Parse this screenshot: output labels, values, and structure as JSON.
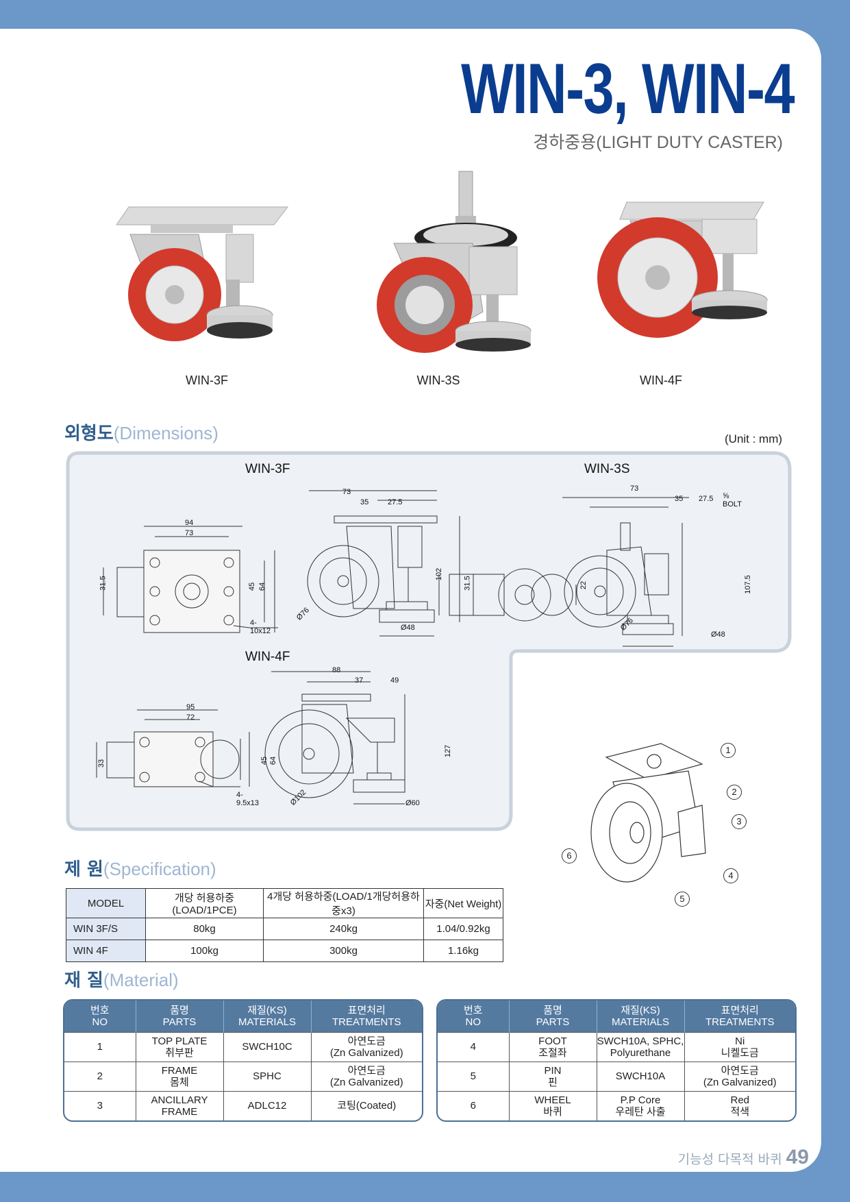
{
  "header": {
    "title": "WIN-3, WIN-4",
    "subtitle": "경하중용(LIGHT DUTY CASTER)"
  },
  "products": [
    {
      "label": "WIN-3F"
    },
    {
      "label": "WIN-3S"
    },
    {
      "label": "WIN-4F"
    }
  ],
  "dimensions": {
    "heading_ko": "외형도",
    "heading_en": "(Dimensions)",
    "unit": "(Unit : mm)",
    "win3f": {
      "name": "WIN-3F",
      "w1": "94",
      "w2": "73",
      "h1": "31.5",
      "h2": "45",
      "h3": "64",
      "holes": "4-10x12",
      "top": "73",
      "off1": "35",
      "off2": "27.5",
      "height": "102",
      "wheel": "Ø76",
      "foot": "Ø48"
    },
    "win3s": {
      "name": "WIN-3S",
      "h1": "31.5",
      "h2": "22",
      "top": "73",
      "off1": "35",
      "off2": "27.5",
      "bolt": "⅝ BOLT",
      "height": "107.5",
      "wheel": "Ø76",
      "foot": "Ø48"
    },
    "win4f": {
      "name": "WIN-4F",
      "w1": "95",
      "w2": "72",
      "h1": "33",
      "h2": "45",
      "h3": "64",
      "holes": "4-9.5x13",
      "top": "88",
      "off1": "37",
      "off2": "49",
      "height": "127",
      "wheel": "Ø102",
      "foot": "Ø60"
    }
  },
  "callouts": [
    "1",
    "2",
    "3",
    "4",
    "5",
    "6"
  ],
  "specification": {
    "heading_ko": "제 원",
    "heading_en": "(Specification)",
    "columns": [
      "MODEL",
      "개당 허용하중(LOAD/1PCE)",
      "4개당 허용하중(LOAD/1개당허용하중x3)",
      "자중(Net Weight)"
    ],
    "rows": [
      [
        "WIN 3F/S",
        "80kg",
        "240kg",
        "1.04/0.92kg"
      ],
      [
        "WIN 4F",
        "100kg",
        "300kg",
        "1.16kg"
      ]
    ]
  },
  "material": {
    "heading_ko": "재 질",
    "heading_en": "(Material)",
    "columns": [
      {
        "ko": "번호",
        "en": "NO"
      },
      {
        "ko": "품명",
        "en": "PARTS"
      },
      {
        "ko": "재질(KS)",
        "en": "MATERIALS"
      },
      {
        "ko": "표면처리",
        "en": "TREATMENTS"
      }
    ],
    "left": [
      {
        "no": "1",
        "part1": "TOP PLATE",
        "part2": "취부판",
        "mat1": "SWCH10C",
        "mat2": "",
        "tr1": "아연도금",
        "tr2": "(Zn Galvanized)"
      },
      {
        "no": "2",
        "part1": "FRAME",
        "part2": "몸체",
        "mat1": "SPHC",
        "mat2": "",
        "tr1": "아연도금",
        "tr2": "(Zn Galvanized)"
      },
      {
        "no": "3",
        "part1": "ANCILLARY",
        "part2": "FRAME",
        "mat1": "ADLC12",
        "mat2": "",
        "tr1": "코팅(Coated)",
        "tr2": ""
      }
    ],
    "right": [
      {
        "no": "4",
        "part1": "FOOT",
        "part2": "조절좌",
        "mat1": "SWCH10A, SPHC,",
        "mat2": "Polyurethane",
        "tr1": "Ni",
        "tr2": "니켈도금"
      },
      {
        "no": "5",
        "part1": "PIN",
        "part2": "핀",
        "mat1": "SWCH10A",
        "mat2": "",
        "tr1": "아연도금",
        "tr2": "(Zn Galvanized)"
      },
      {
        "no": "6",
        "part1": "WHEEL",
        "part2": "바퀴",
        "mat1": "P.P Core",
        "mat2": "우레탄 사출",
        "tr1": "Red",
        "tr2": "적색"
      }
    ]
  },
  "footer": {
    "text": "기능성 다목적 바퀴",
    "page": "49"
  }
}
